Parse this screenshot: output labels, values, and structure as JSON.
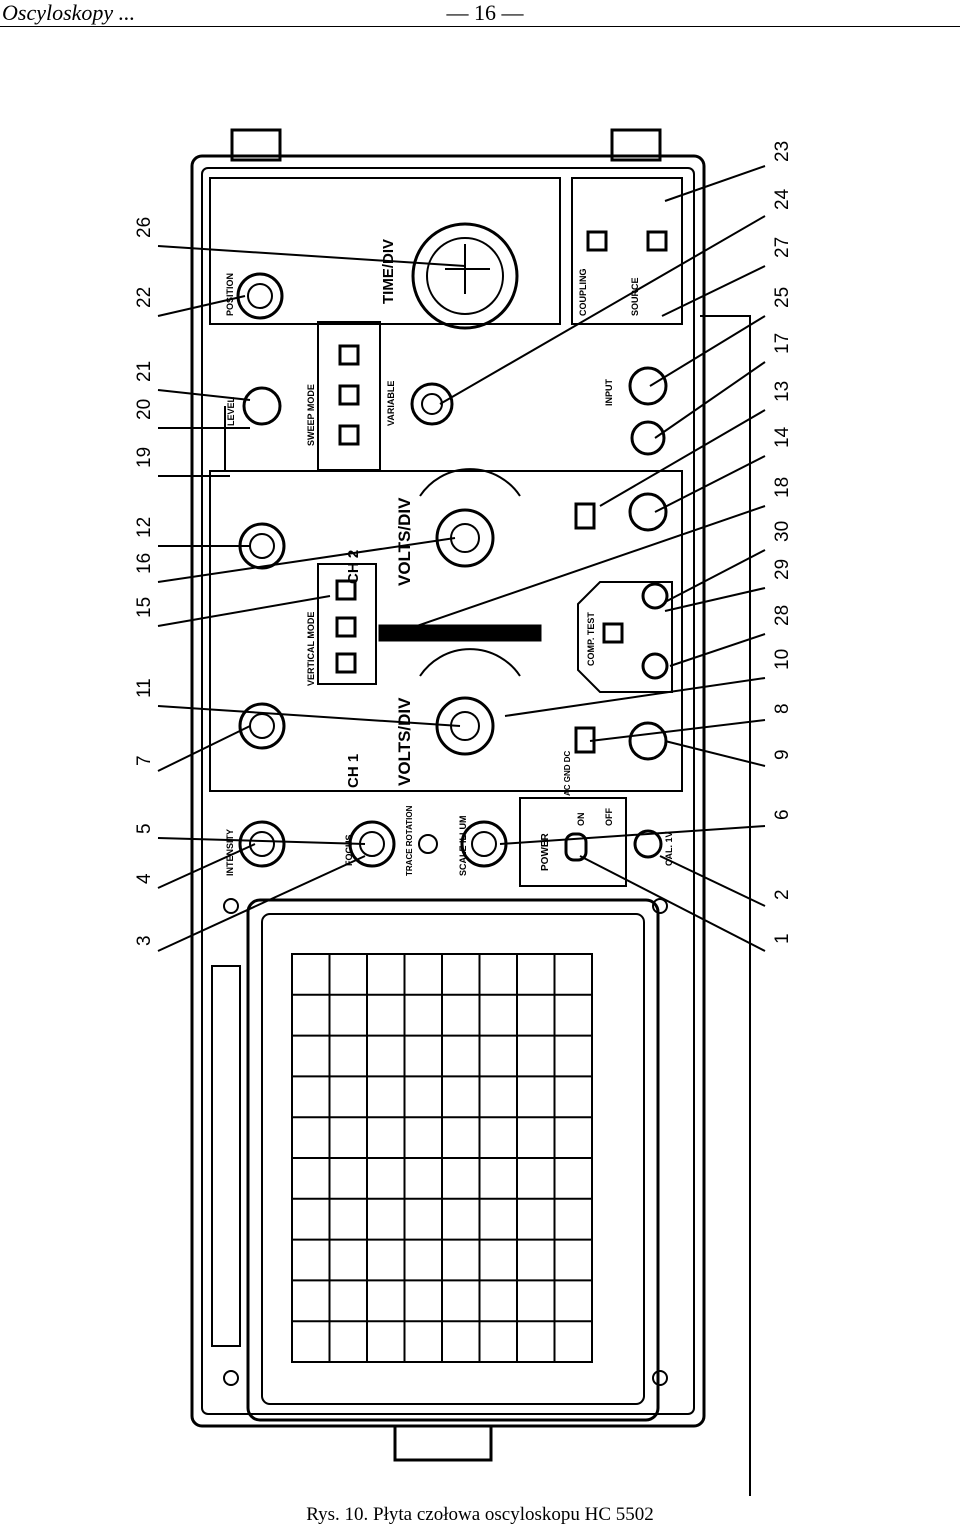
{
  "header": {
    "title": "Oscyloskopy ...",
    "page_number": "— 16 —"
  },
  "caption": "Rys. 10. Płyta czołowa oscyloskopu HC 5502",
  "callouts": [
    "26",
    "22",
    "21",
    "20",
    "19",
    "12",
    "16",
    "15",
    "11",
    "7",
    "5",
    "4",
    "3",
    "23",
    "24",
    "27",
    "25",
    "17",
    "13",
    "14",
    "18",
    "30",
    "29",
    "28",
    "10",
    "8",
    "9",
    "6",
    "2",
    "1"
  ],
  "panel_labels": {
    "time_div": "TIME/DIV",
    "volts_div_ch2": "VOLTS/DIV",
    "volts_div_ch1": "VOLTS/DIV",
    "ch1": "CH 1",
    "ch2": "CH 2",
    "position": "POSITION",
    "intensity": "INTENSITY",
    "focus": "FOCUS",
    "trace_rotation": "TRACE ROTATION",
    "scale_illum": "SCALE ILLUM",
    "power": "POWER",
    "on": "ON",
    "off": "OFF",
    "cal": "CAL. 1V",
    "vertical_mode": "VERTICAL MODE",
    "sweep_mode": "SWEEP MODE",
    "coupling": "COUPLING",
    "source": "SOURCE",
    "comp_test": "COMP. TEST",
    "level": "LEVEL",
    "variable": "VARIABLE",
    "input": "INPUT",
    "ac_gnd_dc": "AC GND DC"
  }
}
